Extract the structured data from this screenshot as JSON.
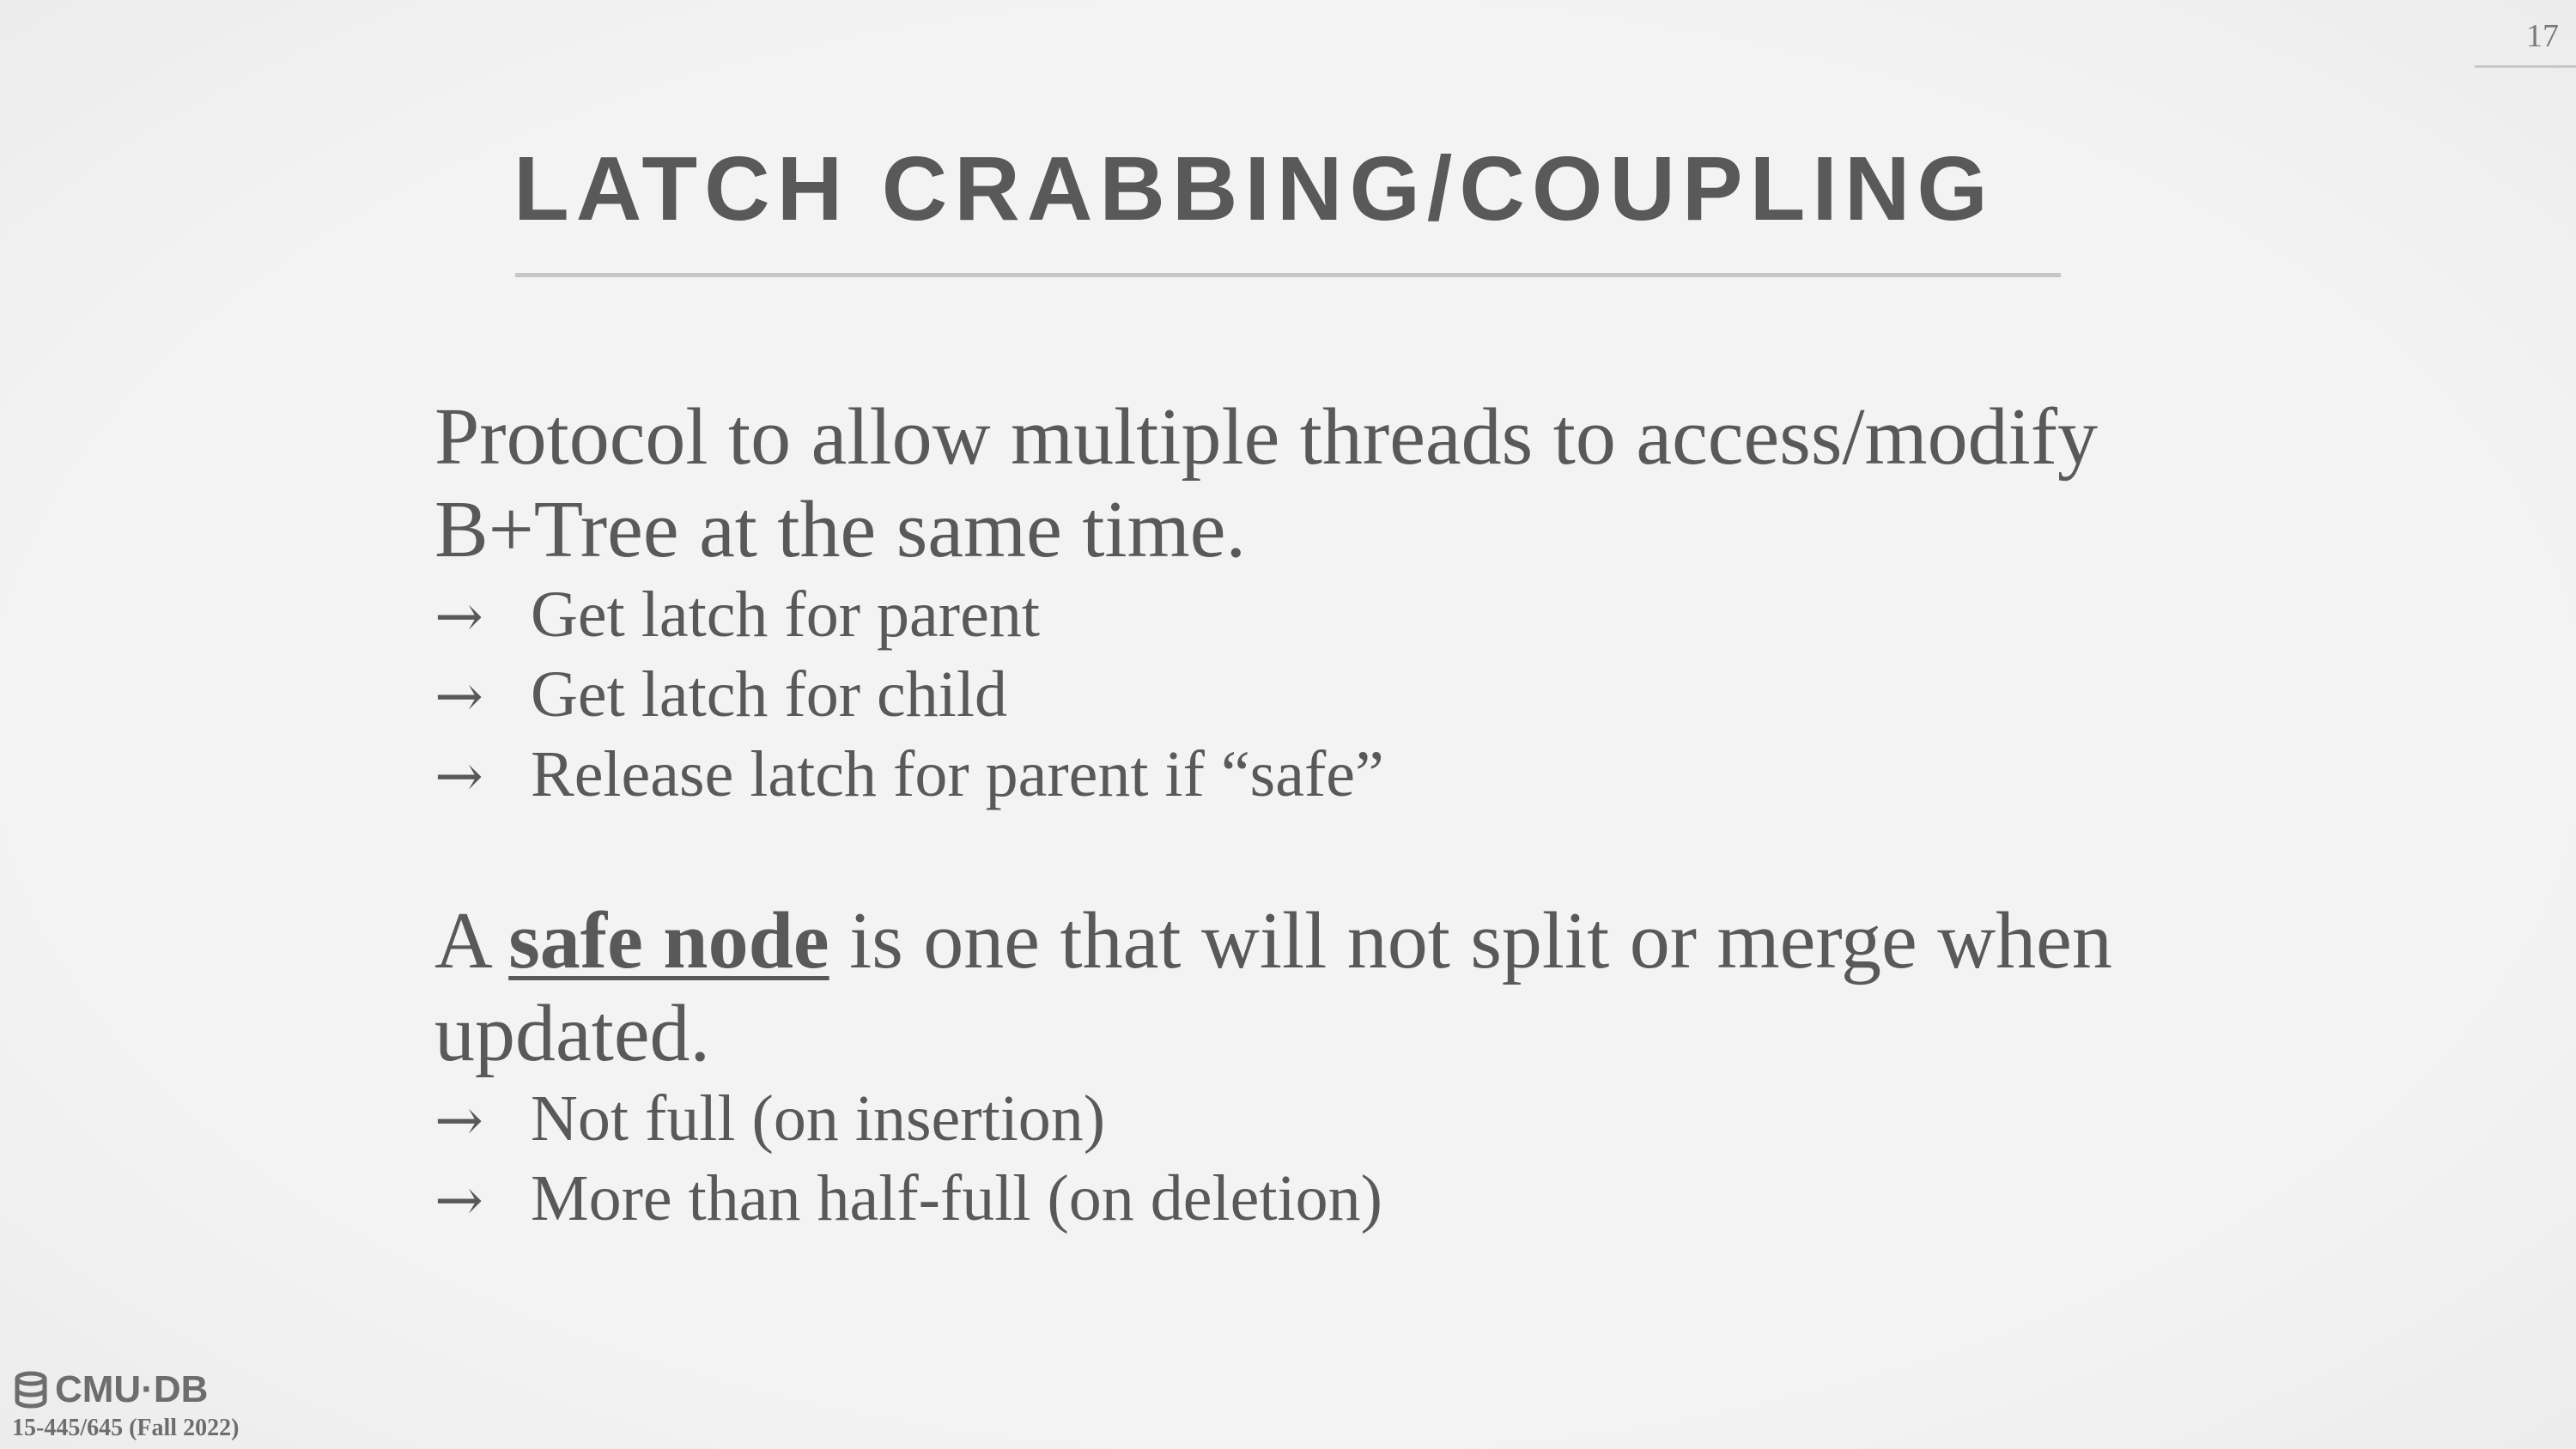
{
  "slide": {
    "page_number": "17",
    "title": "LATCH CRABBING/COUPLING"
  },
  "section1": {
    "text": "Protocol to allow multiple threads to access/modify B+Tree at the same time.",
    "bullets": [
      "Get latch for parent",
      "Get latch for child",
      "Release latch for parent if “safe”"
    ]
  },
  "section2": {
    "prefix": "A ",
    "emphasis": "safe node",
    "suffix": " is one that will not split or merge when updated.",
    "bullets": [
      "Not full (on insertion)",
      "More than half-full (on deletion)"
    ]
  },
  "footer": {
    "logo_text": "CMU·DB",
    "logo_icon": "database-icon",
    "course": "15-445/645 (Fall 2022)"
  },
  "arrow_glyph": "→"
}
